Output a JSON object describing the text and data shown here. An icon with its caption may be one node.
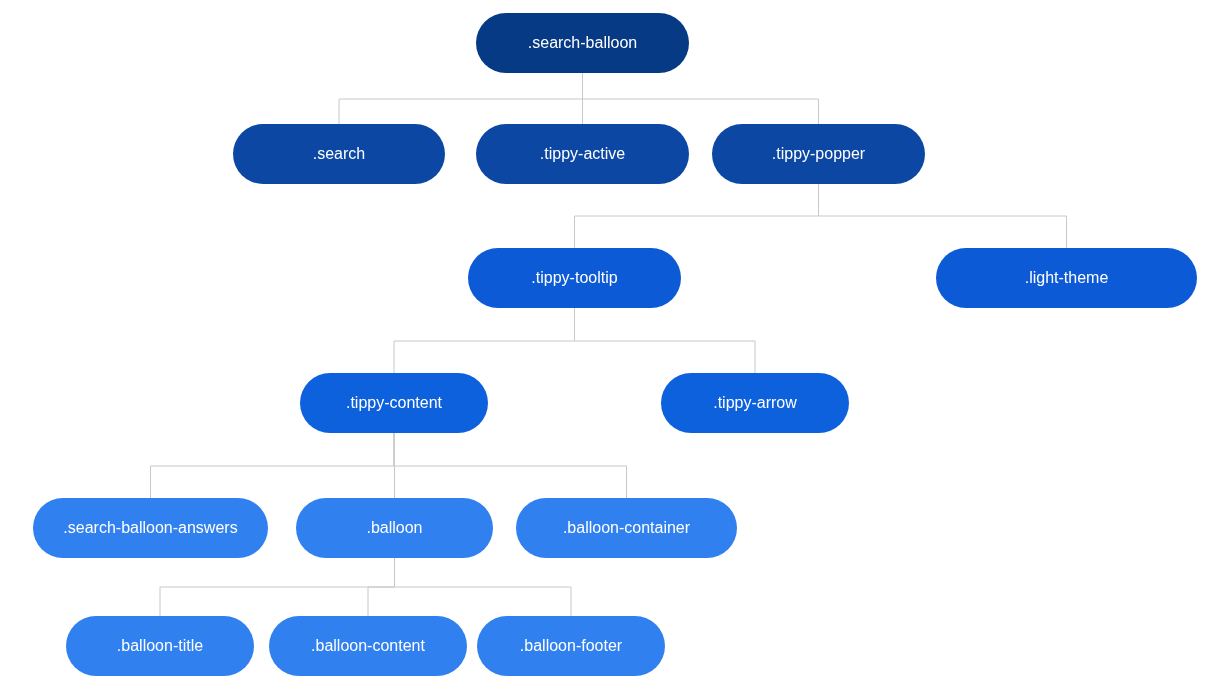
{
  "diagram": {
    "nodes": [
      {
        "text": [
          ".search-balloon"
        ]
      },
      {
        "text": [
          ".search"
        ]
      },
      {
        "text": [
          ".tippy-active"
        ]
      },
      {
        "text": [
          ".tippy-popper"
        ]
      },
      {
        "text": [
          ".tippy-tooltip"
        ]
      },
      {
        "text": [
          ".light-theme"
        ]
      },
      {
        "text": [
          ".tippy-content"
        ]
      },
      {
        "text": [
          ".tippy-arrow"
        ]
      },
      {
        "text": [
          ".search-balloon-answers"
        ]
      },
      {
        "text": [
          ".balloon"
        ]
      },
      {
        "text": [
          ".balloon-container"
        ]
      },
      {
        "text": [
          ".balloon-title"
        ]
      },
      {
        "text": [
          ".balloon-content"
        ]
      },
      {
        "text": [
          ".balloon-footer"
        ]
      }
    ],
    "edges": [
      {
        "from": 0,
        "to": 1,
        "arrow": "none"
      },
      {
        "from": 0,
        "to": 2,
        "arrow": "none"
      },
      {
        "from": 0,
        "to": 3,
        "arrow": "none"
      },
      {
        "from": 3,
        "to": 4,
        "arrow": "none"
      },
      {
        "from": 3,
        "to": 5,
        "arrow": "none"
      },
      {
        "from": 4,
        "to": 6,
        "arrow": "none"
      },
      {
        "from": 4,
        "to": 7,
        "arrow": "none"
      },
      {
        "from": 6,
        "to": 8,
        "arrow": "none"
      },
      {
        "from": 6,
        "to": 9,
        "arrow": "none"
      },
      {
        "from": 6,
        "to": 10,
        "arrow": "none"
      },
      {
        "from": 9,
        "to": 11,
        "arrow": "none"
      },
      {
        "from": 9,
        "to": 12,
        "arrow": "none"
      },
      {
        "from": 9,
        "to": 13,
        "arrow": "none"
      }
    ]
  }
}
